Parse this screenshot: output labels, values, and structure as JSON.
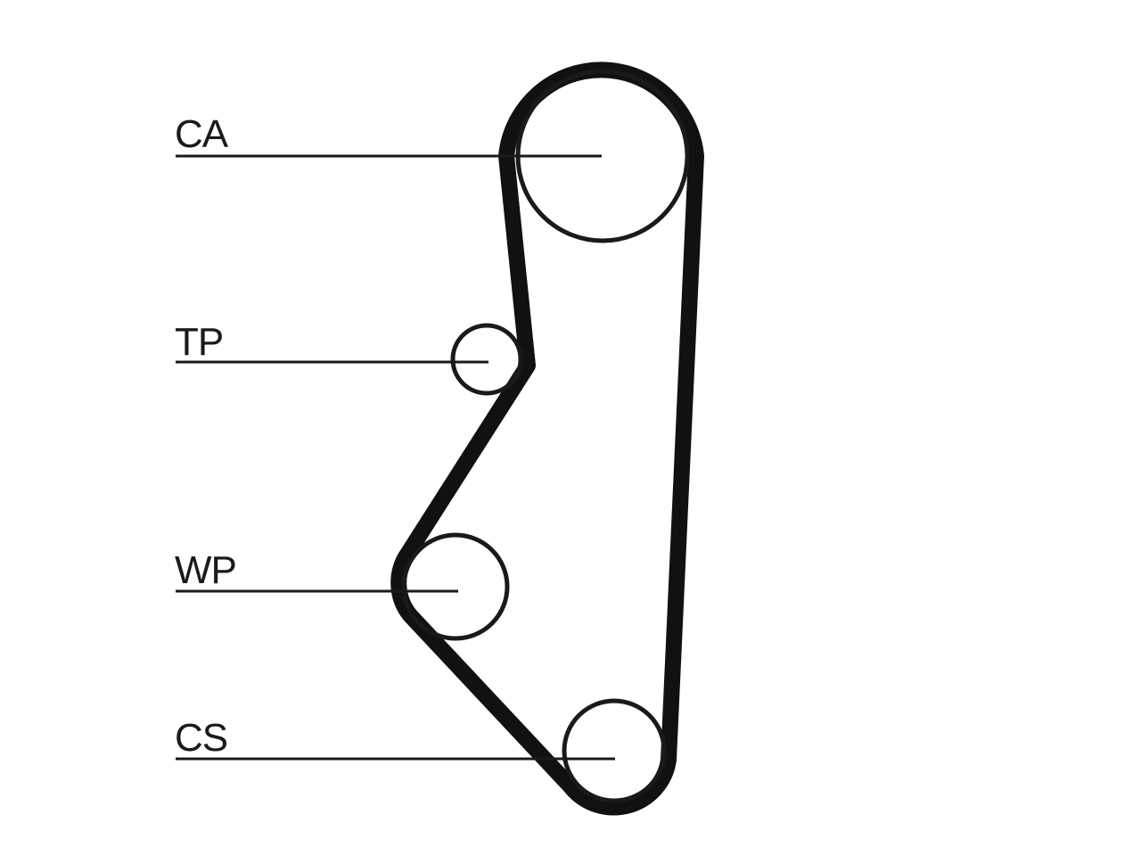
{
  "labels": {
    "ca": "CA",
    "tp": "TP",
    "wp": "WP",
    "cs": "CS"
  },
  "colors": {
    "stroke": "#111111",
    "background": "#ffffff"
  }
}
